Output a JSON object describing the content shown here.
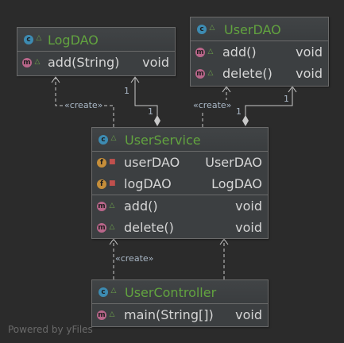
{
  "diagram": {
    "classes": {
      "logdao": {
        "name": "LogDAO",
        "methods": [
          {
            "name": "add(String)",
            "type": "void"
          }
        ]
      },
      "userdao": {
        "name": "UserDAO",
        "methods": [
          {
            "name": "add()",
            "type": "void"
          },
          {
            "name": "delete()",
            "type": "void"
          }
        ]
      },
      "userservice": {
        "name": "UserService",
        "fields": [
          {
            "name": "userDAO",
            "type": "UserDAO"
          },
          {
            "name": "logDAO",
            "type": "LogDAO"
          }
        ],
        "methods": [
          {
            "name": "add()",
            "type": "void"
          },
          {
            "name": "delete()",
            "type": "void"
          }
        ]
      },
      "usercontroller": {
        "name": "UserController",
        "methods": [
          {
            "name": "main(String[])",
            "type": "void"
          }
        ]
      }
    },
    "badges": {
      "class": "c",
      "method": "m",
      "field": "f"
    },
    "edge_labels": {
      "create": "«create»",
      "mult_near_logdao": "1",
      "mult_near_service_left": "1",
      "mult_near_userdao": "1",
      "mult_near_service_right": "1"
    },
    "colors": {
      "background": "#2b2b2b",
      "class_name": "#62a33f",
      "class_badge": "#3d8bb2",
      "method_badge": "#b9668a",
      "field_badge": "#c58e3a",
      "edge": "#c8c8c8"
    }
  },
  "watermark": "Powered by yFiles"
}
